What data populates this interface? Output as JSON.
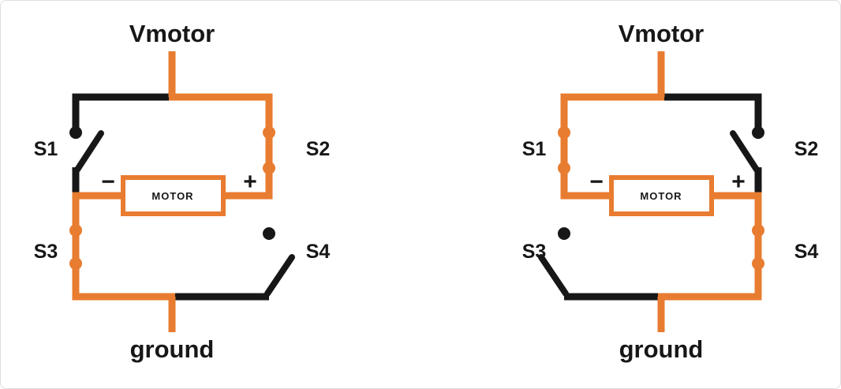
{
  "colors": {
    "active_wire": "#e87c30",
    "inactive_wire": "#171717",
    "text": "#171717",
    "motor_fill": "#ffffff",
    "page_bg": "#ffffff",
    "frame_border": "#dedede"
  },
  "diagrams": [
    {
      "id": "h-bridge-state-1",
      "supply_label": "Vmotor",
      "ground_label": "ground",
      "motor": {
        "label": "MOTOR",
        "left_terminal": "−",
        "right_terminal": "+"
      },
      "switches": [
        {
          "label": "S1",
          "state": "open"
        },
        {
          "label": "S2",
          "state": "closed"
        },
        {
          "label": "S3",
          "state": "closed"
        },
        {
          "label": "S4",
          "state": "open"
        }
      ]
    },
    {
      "id": "h-bridge-state-2",
      "supply_label": "Vmotor",
      "ground_label": "ground",
      "motor": {
        "label": "MOTOR",
        "left_terminal": "−",
        "right_terminal": "+"
      },
      "switches": [
        {
          "label": "S1",
          "state": "closed"
        },
        {
          "label": "S2",
          "state": "open"
        },
        {
          "label": "S3",
          "state": "open"
        },
        {
          "label": "S4",
          "state": "closed"
        }
      ]
    }
  ]
}
